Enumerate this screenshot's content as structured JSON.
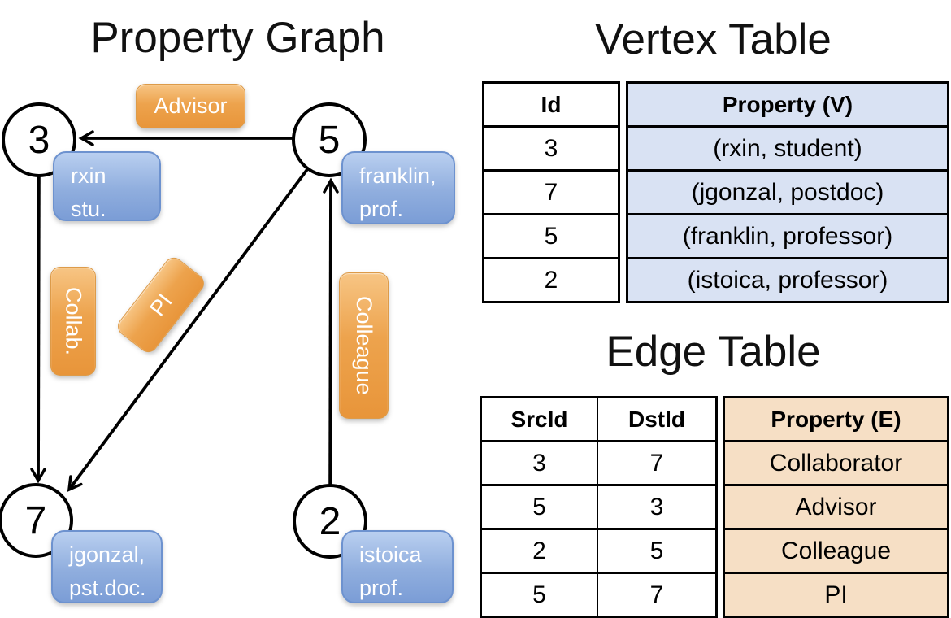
{
  "titles": {
    "graph": "Property Graph",
    "vertex_table": "Vertex Table",
    "edge_table": "Edge Table"
  },
  "graph": {
    "nodes": [
      {
        "id": "3",
        "property": [
          "rxin",
          "stu."
        ]
      },
      {
        "id": "5",
        "property": [
          "franklin,",
          "prof."
        ]
      },
      {
        "id": "7",
        "property": [
          "jgonzal,",
          "pst.doc."
        ]
      },
      {
        "id": "2",
        "property": [
          "istoica",
          "prof."
        ]
      }
    ],
    "edge_labels": {
      "advisor": "Advisor",
      "collab": "Collab.",
      "pi": "PI",
      "colleague": "Colleague"
    },
    "edges": [
      {
        "from": "5",
        "to": "3",
        "label": "Advisor"
      },
      {
        "from": "3",
        "to": "7",
        "label": "Collab."
      },
      {
        "from": "5",
        "to": "7",
        "label": "PI"
      },
      {
        "from": "2",
        "to": "5",
        "label": "Colleague"
      }
    ]
  },
  "vertex_table": {
    "columns": [
      "Id",
      "Property (V)"
    ],
    "rows": [
      [
        "3",
        "(rxin, student)"
      ],
      [
        "7",
        "(jgonzal, postdoc)"
      ],
      [
        "5",
        "(franklin, professor)"
      ],
      [
        "2",
        "(istoica, professor)"
      ]
    ]
  },
  "edge_table": {
    "columns": [
      "SrcId",
      "DstId",
      "Property (E)"
    ],
    "rows": [
      [
        "3",
        "7",
        "Collaborator"
      ],
      [
        "5",
        "3",
        "Advisor"
      ],
      [
        "2",
        "5",
        "Colleague"
      ],
      [
        "5",
        "7",
        "PI"
      ]
    ]
  },
  "colors": {
    "edge_label_orange": "#EDA34D",
    "vertex_property_blue": "#90AEDE",
    "vertex_table_fill": "#D9E2F3",
    "edge_table_fill": "#F6DFC5",
    "line_black": "#000000"
  }
}
